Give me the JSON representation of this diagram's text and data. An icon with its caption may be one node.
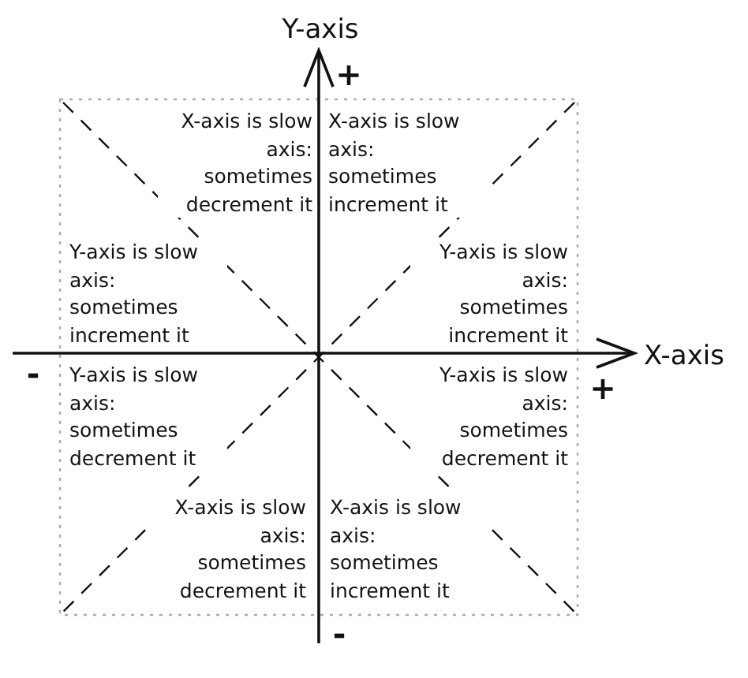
{
  "diagram": {
    "labels": [
      "Y-axis",
      "+",
      "X-axis is slow axis: sometimes decrement it",
      "X-axis is slow axis: sometimes increment it",
      "Y-axis is slow axis: sometimes increment it",
      "Y-axis is slow axis: sometimes increment it",
      "X-axis",
      "-",
      "Y-axis is slow axis: sometimes decrement it",
      "Y-axis is slow axis: sometimes decrement it",
      "+",
      "X-axis is slow axis: sometimes decrement it",
      "X-axis is slow axis: sometimes increment it",
      "-"
    ]
  }
}
